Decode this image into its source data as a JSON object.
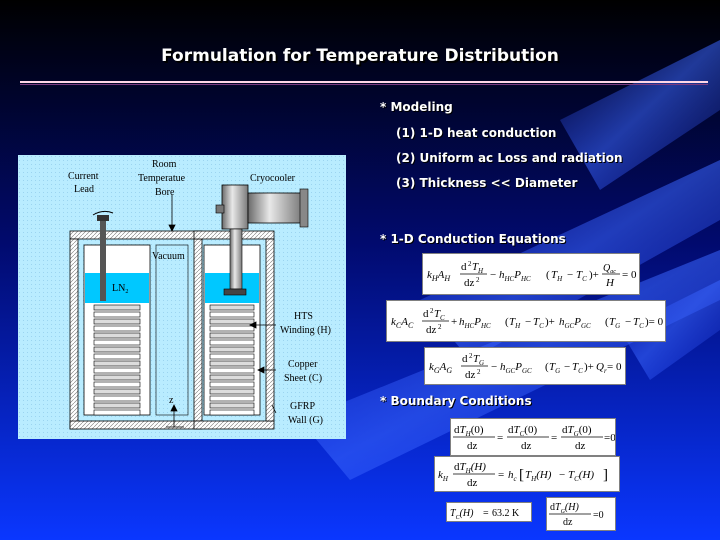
{
  "title": "Formulation for Temperature Distribution",
  "colors": {
    "background_top": "#000000",
    "background_bottom": "#0a37ff",
    "panel": "#b9ecff",
    "ln2": "#00c8ff"
  },
  "modeling": {
    "heading": "* Modeling",
    "items": [
      "(1) 1-D heat conduction",
      "(2) Uniform ac Loss and radiation",
      "(3) Thickness << Diameter"
    ]
  },
  "conduction": {
    "heading": "* 1-D Conduction Equations"
  },
  "boundary": {
    "heading": "* Boundary Conditions",
    "tc_value": "63.2 K"
  },
  "diagram": {
    "current_lead": [
      "Current",
      "Lead"
    ],
    "room_temp_bore": [
      "Room",
      "Temperatue",
      "Bore"
    ],
    "cryocooler": "Cryocooler",
    "vacuum": "Vacuum",
    "ln2": "LN",
    "ln2_sub": "2",
    "hts": [
      "HTS",
      "Winding (H)"
    ],
    "copper": [
      "Copper",
      "Sheet (C)"
    ],
    "gfrp": [
      "GFRP",
      "Wall (G)"
    ],
    "z": "z"
  }
}
